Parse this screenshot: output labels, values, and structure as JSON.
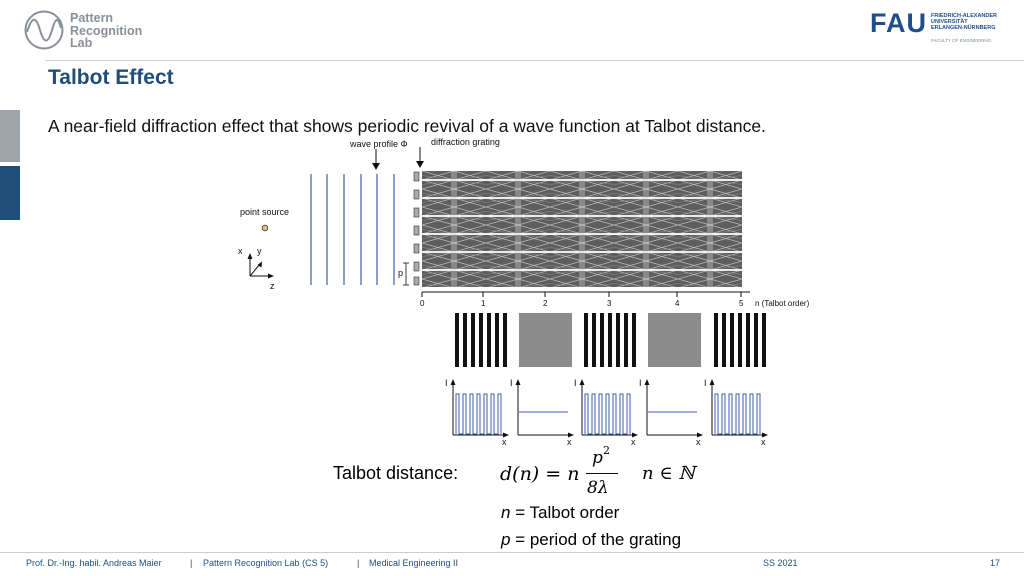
{
  "header": {
    "lab_name_lines": [
      "Pattern",
      "Recognition",
      "Lab"
    ],
    "fau_word": "FAU",
    "fau_lines": [
      "FRIEDRICH-ALEXANDER",
      "UNIVERSITÄT",
      "ERLANGEN-NÜRNBERG"
    ],
    "fau_faculty": "FACULTY OF ENGINEERING"
  },
  "slide": {
    "title": "Talbot Effect",
    "bullet": "A near-field diffraction effect that shows periodic revival of a wave function at Talbot distance."
  },
  "figure": {
    "label_wave_profile": "wave profile Φ",
    "label_diffraction_grating": "diffraction grating",
    "label_point_source": "point source",
    "axis_x": "x",
    "axis_y": "y",
    "axis_z": "z",
    "label_p": "p",
    "ticks": [
      "0",
      "1",
      "2",
      "3",
      "4",
      "5"
    ],
    "tick_suffix": "n (Talbot order)",
    "intensity_axis_i": "I",
    "intensity_axis_x": "x",
    "patterns": [
      "stripes",
      "gray",
      "stripes",
      "gray",
      "stripes"
    ]
  },
  "formula": {
    "label": "Talbot distance:",
    "lhs": "d(n) = n",
    "numerator": "p",
    "exponent": "2",
    "denominator": "8λ",
    "condition": "n ∈ ℕ"
  },
  "legend": {
    "n_symbol": "n",
    "n_text": " = Talbot order",
    "p_symbol": "p",
    "p_text": " = period of the grating"
  },
  "footer": {
    "author": "Prof. Dr.-Ing. habil. Andreas Maier",
    "lab": "Pattern Recognition Lab (CS 5)",
    "course": "Medical Engineering II",
    "semester": "SS 2021",
    "page": "17",
    "separator": "|"
  },
  "colors": {
    "title_blue": "#1f4e7a",
    "wave_blue": "#3f5fa8",
    "source_fill": "#e8c27a"
  }
}
